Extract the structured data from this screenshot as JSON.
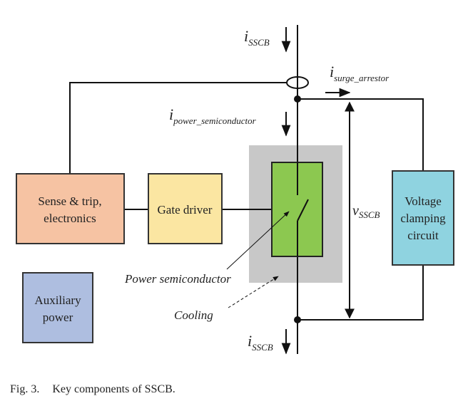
{
  "blocks": {
    "sense_trip": {
      "line1": "Sense & trip,",
      "line2": "electronics",
      "fill": "#f6c3a3"
    },
    "gate_driver": {
      "label": "Gate driver",
      "fill": "#fbe6a2"
    },
    "power_semiconductor": {
      "fill": "#8cc850"
    },
    "cooling": {
      "fill": "#c8c8c8"
    },
    "auxiliary_power": {
      "line1": "Auxiliary",
      "line2": "power",
      "fill": "#aebee0"
    },
    "voltage_clamping": {
      "line1": "Voltage",
      "line2": "clamping",
      "line3": "circuit",
      "fill": "#8fd3e0"
    }
  },
  "labels": {
    "i_sscb_top": {
      "main": "i",
      "sub": "SSCB"
    },
    "i_surge_arrestor": {
      "main": "i",
      "sub": "surge_arrestor"
    },
    "i_power_semiconductor": {
      "main": "i",
      "sub": "power_semiconductor"
    },
    "v_sscb": {
      "main": "v",
      "sub": "SSCB"
    },
    "i_sscb_bottom": {
      "main": "i",
      "sub": "SSCB"
    },
    "power_semiconductor_callout": "Power semiconductor",
    "cooling_callout": "Cooling"
  },
  "caption": {
    "fig": "Fig. 3.",
    "text": "Key components of SSCB."
  }
}
